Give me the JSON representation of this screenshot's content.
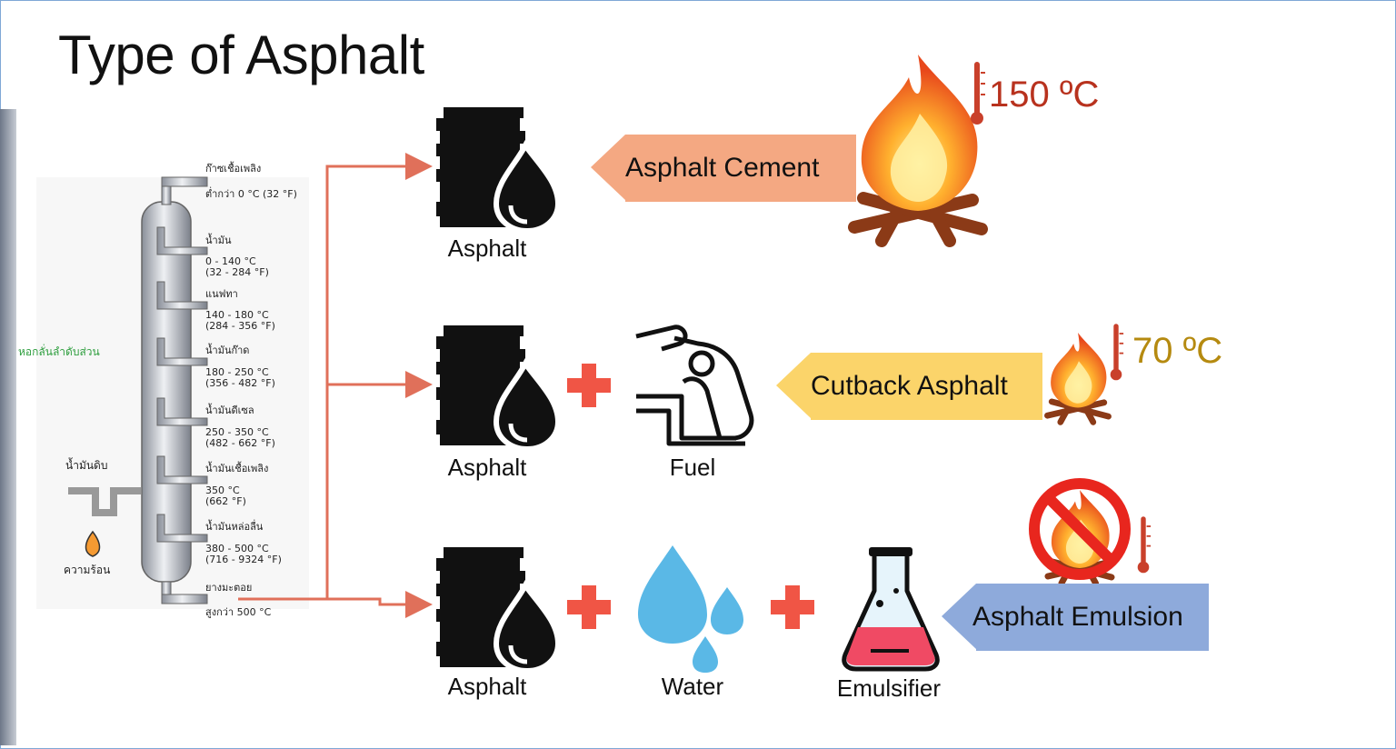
{
  "title": "Type of Asphalt",
  "column": {
    "side_label": "หอกลั่นลำดับส่วน",
    "crude_label": "น้ำมันดิบ",
    "heat_label": "ความร้อน",
    "fractions": [
      {
        "name": "ก๊าซเชื้อเพลิง",
        "range": "ต่ำกว่า 0 °C (32 °F)",
        "range2": ""
      },
      {
        "name": "น้ำมัน",
        "range": "0 - 140 °C",
        "range2": "(32 - 284 °F)"
      },
      {
        "name": "แนฟทา",
        "range": "140 - 180 °C",
        "range2": "(284 - 356 °F)"
      },
      {
        "name": "น้ำมันก๊าด",
        "range": "180 - 250 °C",
        "range2": "(356 - 482 °F)"
      },
      {
        "name": "น้ำมันดีเซล",
        "range": "250 - 350 °C",
        "range2": "(482 - 662 °F)"
      },
      {
        "name": "น้ำมันเชื้อเพลิง",
        "range": "350 °C",
        "range2": "(662 °F)"
      },
      {
        "name": "น้ำมันหล่อลื่น",
        "range": "380 - 500 °C",
        "range2": "(716 - 9324 °F)"
      },
      {
        "name": "ยางมะตอย",
        "range": "สูงกว่า 500 °C",
        "range2": ""
      }
    ]
  },
  "rows": [
    {
      "asphalt_label": "Asphalt",
      "banner": "Asphalt Cement",
      "temp": "150 ºC"
    },
    {
      "asphalt_label": "Asphalt",
      "fuel_label": "Fuel",
      "banner": "Cutback Asphalt",
      "temp": "70 ºC"
    },
    {
      "asphalt_label": "Asphalt",
      "water_label": "Water",
      "emulsifier_label": "Emulsifier",
      "banner": "Asphalt Emulsion"
    }
  ],
  "colors": {
    "arrow": "#e0705a",
    "plus": "#f05545",
    "banner_cement": "#f4a882",
    "banner_cutback": "#fbd46a",
    "banner_emulsion": "#8eaadb",
    "temp_hot": "#b8321e",
    "temp_warm": "#b58a10",
    "thermo": "#c9402b",
    "water": "#5ab8e6",
    "flask_liquid": "#f04a64"
  },
  "icons": [
    "barrel-drop-icon",
    "fuel-nozzle-icon",
    "water-drops-icon",
    "flask-icon",
    "campfire-icon",
    "thermometer-icon",
    "no-fire-icon",
    "plus-icon"
  ]
}
